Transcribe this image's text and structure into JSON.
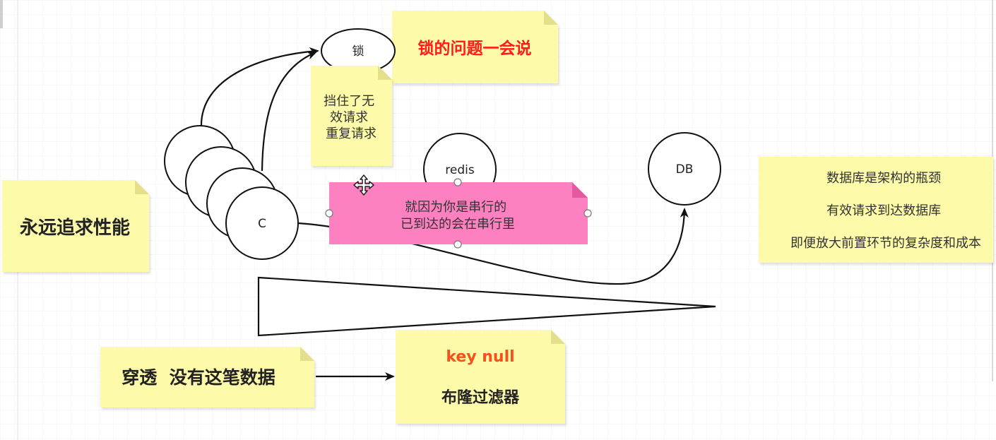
{
  "colors": {
    "canvas": "#ffffff",
    "grid": "#f1f1f1",
    "sticky": "#fdfaa9",
    "sticky_fold": "#e4df8a",
    "pink_note": "#fd80c0",
    "pink_fold": "#e35aa3",
    "lock_note_text": "#ff1a1a",
    "key_null_text": "#f4511e",
    "stroke": "#111111"
  },
  "shapes": {
    "lock": "锁",
    "client": "C",
    "redis": "redis",
    "db": "DB"
  },
  "notes": {
    "lock_note": "锁的问题一会说",
    "blocked": {
      "lines": [
        "挡住了无",
        "效请求",
        "重复请求"
      ]
    },
    "performance": "永远追求性能",
    "db_bottleneck": {
      "lines": [
        "数据库是架构的瓶颈",
        "有效请求到达数据库",
        "即便放大前置环节的复杂度和成本"
      ]
    },
    "serial": {
      "lines": [
        "就因为你是串行的",
        "已到达的会在串行里"
      ]
    },
    "penetration": "穿透  没有这笔数据",
    "bloom": {
      "title": "key null",
      "subtitle": "布隆过滤器"
    }
  },
  "icons": {
    "move_cursor": "move-cursor-icon"
  }
}
